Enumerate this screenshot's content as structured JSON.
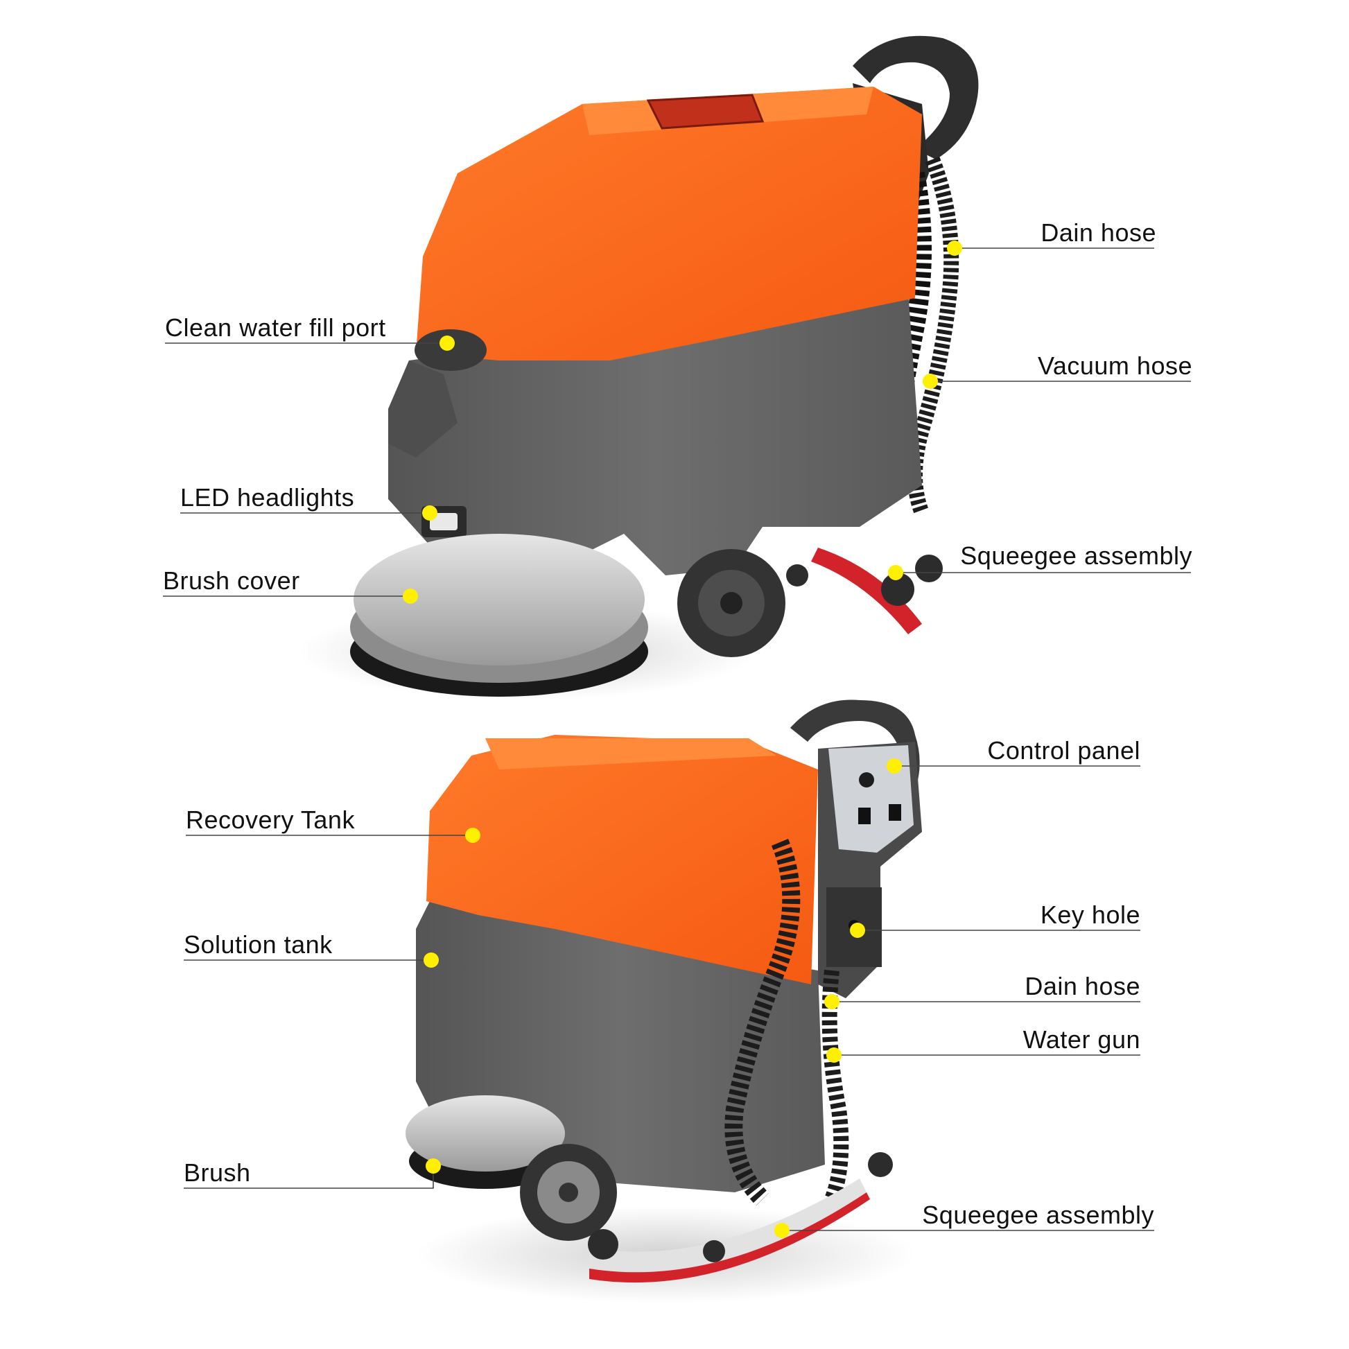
{
  "colors": {
    "tank_orange": "#ff6a1a",
    "body_gray": "#6a6a6a",
    "marker_yellow": "#ffef00",
    "squeegee_red": "#d2232a"
  },
  "top_machine": {
    "labels": {
      "drain_hose": "Dain hose",
      "clean_water_fill_port": "Clean water fill port",
      "vacuum_hose": "Vacuum hose",
      "led_headlights": "LED headlights",
      "squeegee_assembly": "Squeegee assembly",
      "brush_cover": "Brush cover"
    }
  },
  "bottom_machine": {
    "labels": {
      "control_panel": "Control panel",
      "recovery_tank": "Recovery Tank",
      "key_hole": "Key hole",
      "solution_tank": "Solution tank",
      "drain_hose": "Dain hose",
      "water_gun": "Water gun",
      "brush": "Brush",
      "squeegee_assembly": "Squeegee assembly"
    }
  }
}
